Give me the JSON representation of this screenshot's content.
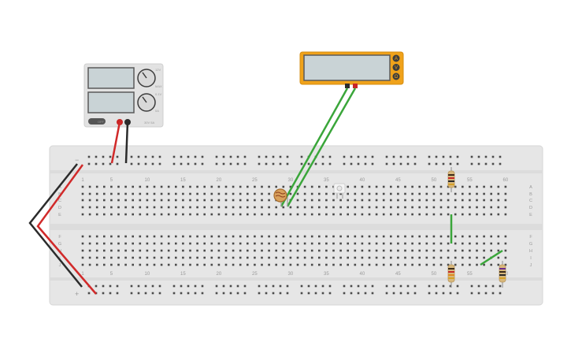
{
  "power_supply": {
    "knob_top_labels": [
      "12V",
      "MAX"
    ],
    "knob_bottom_labels": [
      "0.1V",
      "0A"
    ],
    "switch_label": "OFF",
    "bottom_text": "30V 5A"
  },
  "multimeter": {
    "buttons": [
      "A",
      "V",
      "Ω"
    ]
  },
  "breadboard": {
    "column_numbers": [
      "1",
      "5",
      "10",
      "15",
      "20",
      "25",
      "30",
      "35",
      "40",
      "45",
      "50",
      "55",
      "60"
    ],
    "row_letters_top": [
      "A",
      "B",
      "C",
      "D",
      "E"
    ],
    "row_letters_bottom": [
      "F",
      "G",
      "H",
      "I",
      "J"
    ],
    "rail_plus_label": "+",
    "rail_minus_label": "−"
  },
  "colors": {
    "wire_red": "#d12a2a",
    "wire_black": "#2b2b2b",
    "wire_green": "#3aa63a",
    "multimeter_body": "#f0a21a",
    "breadboard": "#e5e5e5"
  }
}
